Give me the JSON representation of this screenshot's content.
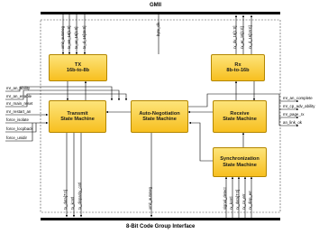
{
  "buses": {
    "top": "GMII",
    "bottom": "8-Bit Code Group Interface"
  },
  "blocks": {
    "tx": {
      "line1": "TX",
      "line2": "16b-to-8b"
    },
    "rx": {
      "line1": "Rx",
      "line2": "8b-to-16b"
    },
    "transmit": {
      "line1": "Transmit",
      "line2": "State Machine"
    },
    "autoneg": {
      "line1": "Auto-Negotiation",
      "line2": "State Machine"
    },
    "receive": {
      "line1": "Receive",
      "line2": "State Machine"
    },
    "sync": {
      "line1": "Synchronization",
      "line2": "State Machine"
    }
  },
  "signals": {
    "top_left": [
      "xmit_autoneg",
      "tx_en_16[1:0]",
      "tx_er_16[1:0]",
      "tx_d_16[15:0]"
    ],
    "top_center": "byte_clk",
    "top_right": [
      "rx_dv_16[1:0]",
      "rx_er_16[1:0]",
      "rx_d_16[15:0]"
    ],
    "left_inputs": [
      "mr_an_ability",
      "mr_an_enable",
      "mr_main_reset",
      "mr_restart_an",
      "force_isolate",
      "force_locpback",
      "force_unidir"
    ],
    "right_outputs": [
      "mr_an_complete",
      "mr_cp_adv_ability",
      "mr_page_rx",
      "an_link_ok"
    ],
    "bottom_left": [
      "tx_data[7:0]",
      "tx_kcntl",
      "tx_disparity_cntl"
    ],
    "bottom_center": "xmit_autoneg",
    "bottom_right": [
      "signal_detect",
      "rx_kcntl",
      "rx_data[7:0]",
      "rx_cv_err",
      "rx_disp_err"
    ]
  }
}
